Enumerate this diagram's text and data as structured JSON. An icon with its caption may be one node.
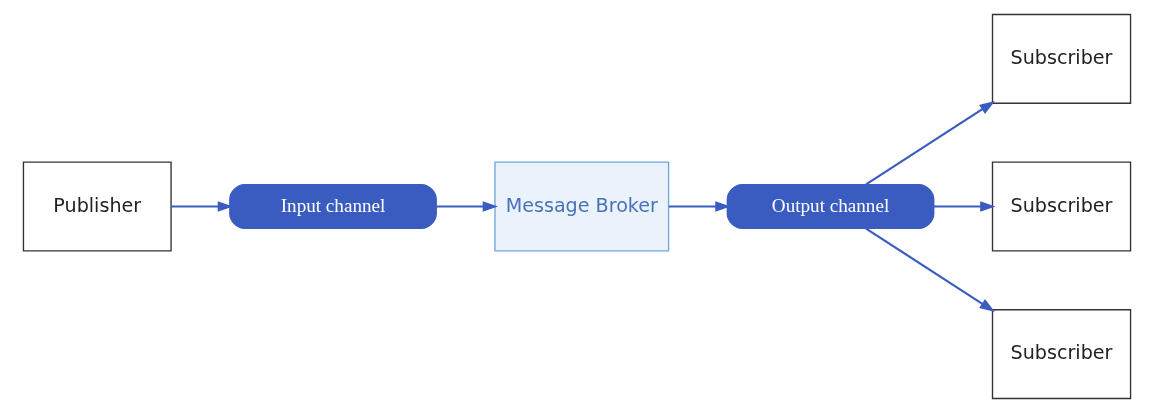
{
  "diagram": {
    "nodes": [
      {
        "text": [
          "Publisher"
        ]
      },
      {
        "text": [
          "Input channel"
        ]
      },
      {
        "text": [
          "Message Broker"
        ]
      },
      {
        "text": [
          "Output channel"
        ]
      },
      {
        "text": [
          "Subscriber"
        ]
      },
      {
        "text": [
          "Subscriber"
        ]
      },
      {
        "text": [
          "Subscriber"
        ]
      }
    ],
    "edges": [
      {
        "from": 0,
        "to": 1,
        "arrow": "to"
      },
      {
        "from": 1,
        "to": 2,
        "arrow": "to"
      },
      {
        "from": 2,
        "to": 3,
        "arrow": "to"
      },
      {
        "from": 3,
        "to": 4,
        "arrow": "to"
      },
      {
        "from": 3,
        "to": 5,
        "arrow": "to"
      },
      {
        "from": 3,
        "to": 6,
        "arrow": "to"
      }
    ]
  }
}
